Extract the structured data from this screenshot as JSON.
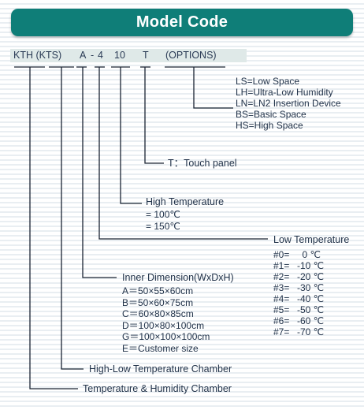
{
  "title": "Model Code",
  "code_segments": {
    "model": "KTH (KTS)",
    "dimension": "A",
    "dash": "-",
    "low_temp": "4",
    "high_temp": "10",
    "touch": "T",
    "options": "(OPTIONS)"
  },
  "options_group": {
    "items": [
      "LS=Low Space",
      "LH=Ultra-Low Humidity",
      "LN=LN2 Insertion Device",
      "BS=Basic Space",
      "HS=High Space"
    ]
  },
  "touch_group": {
    "label": "T：Touch panel"
  },
  "high_temp_group": {
    "heading": "High Temperature",
    "items": [
      "= 100℃",
      "= 150℃"
    ]
  },
  "low_temp_group": {
    "heading": "Low Temperature",
    "codes": [
      {
        "code": "#0=",
        "value": "0 ℃"
      },
      {
        "code": "#1=",
        "value": "-10 ℃"
      },
      {
        "code": "#2=",
        "value": "-20 ℃"
      },
      {
        "code": "#3=",
        "value": "-30 ℃"
      },
      {
        "code": "#4=",
        "value": "-40 ℃"
      },
      {
        "code": "#5=",
        "value": "-50 ℃"
      },
      {
        "code": "#6=",
        "value": "-60 ℃"
      },
      {
        "code": "#7=",
        "value": "-70 ℃"
      }
    ]
  },
  "dimension_group": {
    "heading": "Inner Dimension(WxDxH)",
    "items": [
      "A＝50×55×60cm",
      "B＝50×60×75cm",
      "C＝60×80×85cm",
      "D＝100×80×100cm",
      "G＝100×100×100cm",
      "E＝Customer size"
    ]
  },
  "chamber_group": {
    "label": "High-Low Temperature Chamber"
  },
  "humidity_group": {
    "label": "Temperature & Humidity Chamber"
  },
  "colors": {
    "banner": "#0f7e78",
    "banner_text": "#ffffff",
    "code_bar": "#dfe9e8",
    "line": "#1a2433"
  }
}
